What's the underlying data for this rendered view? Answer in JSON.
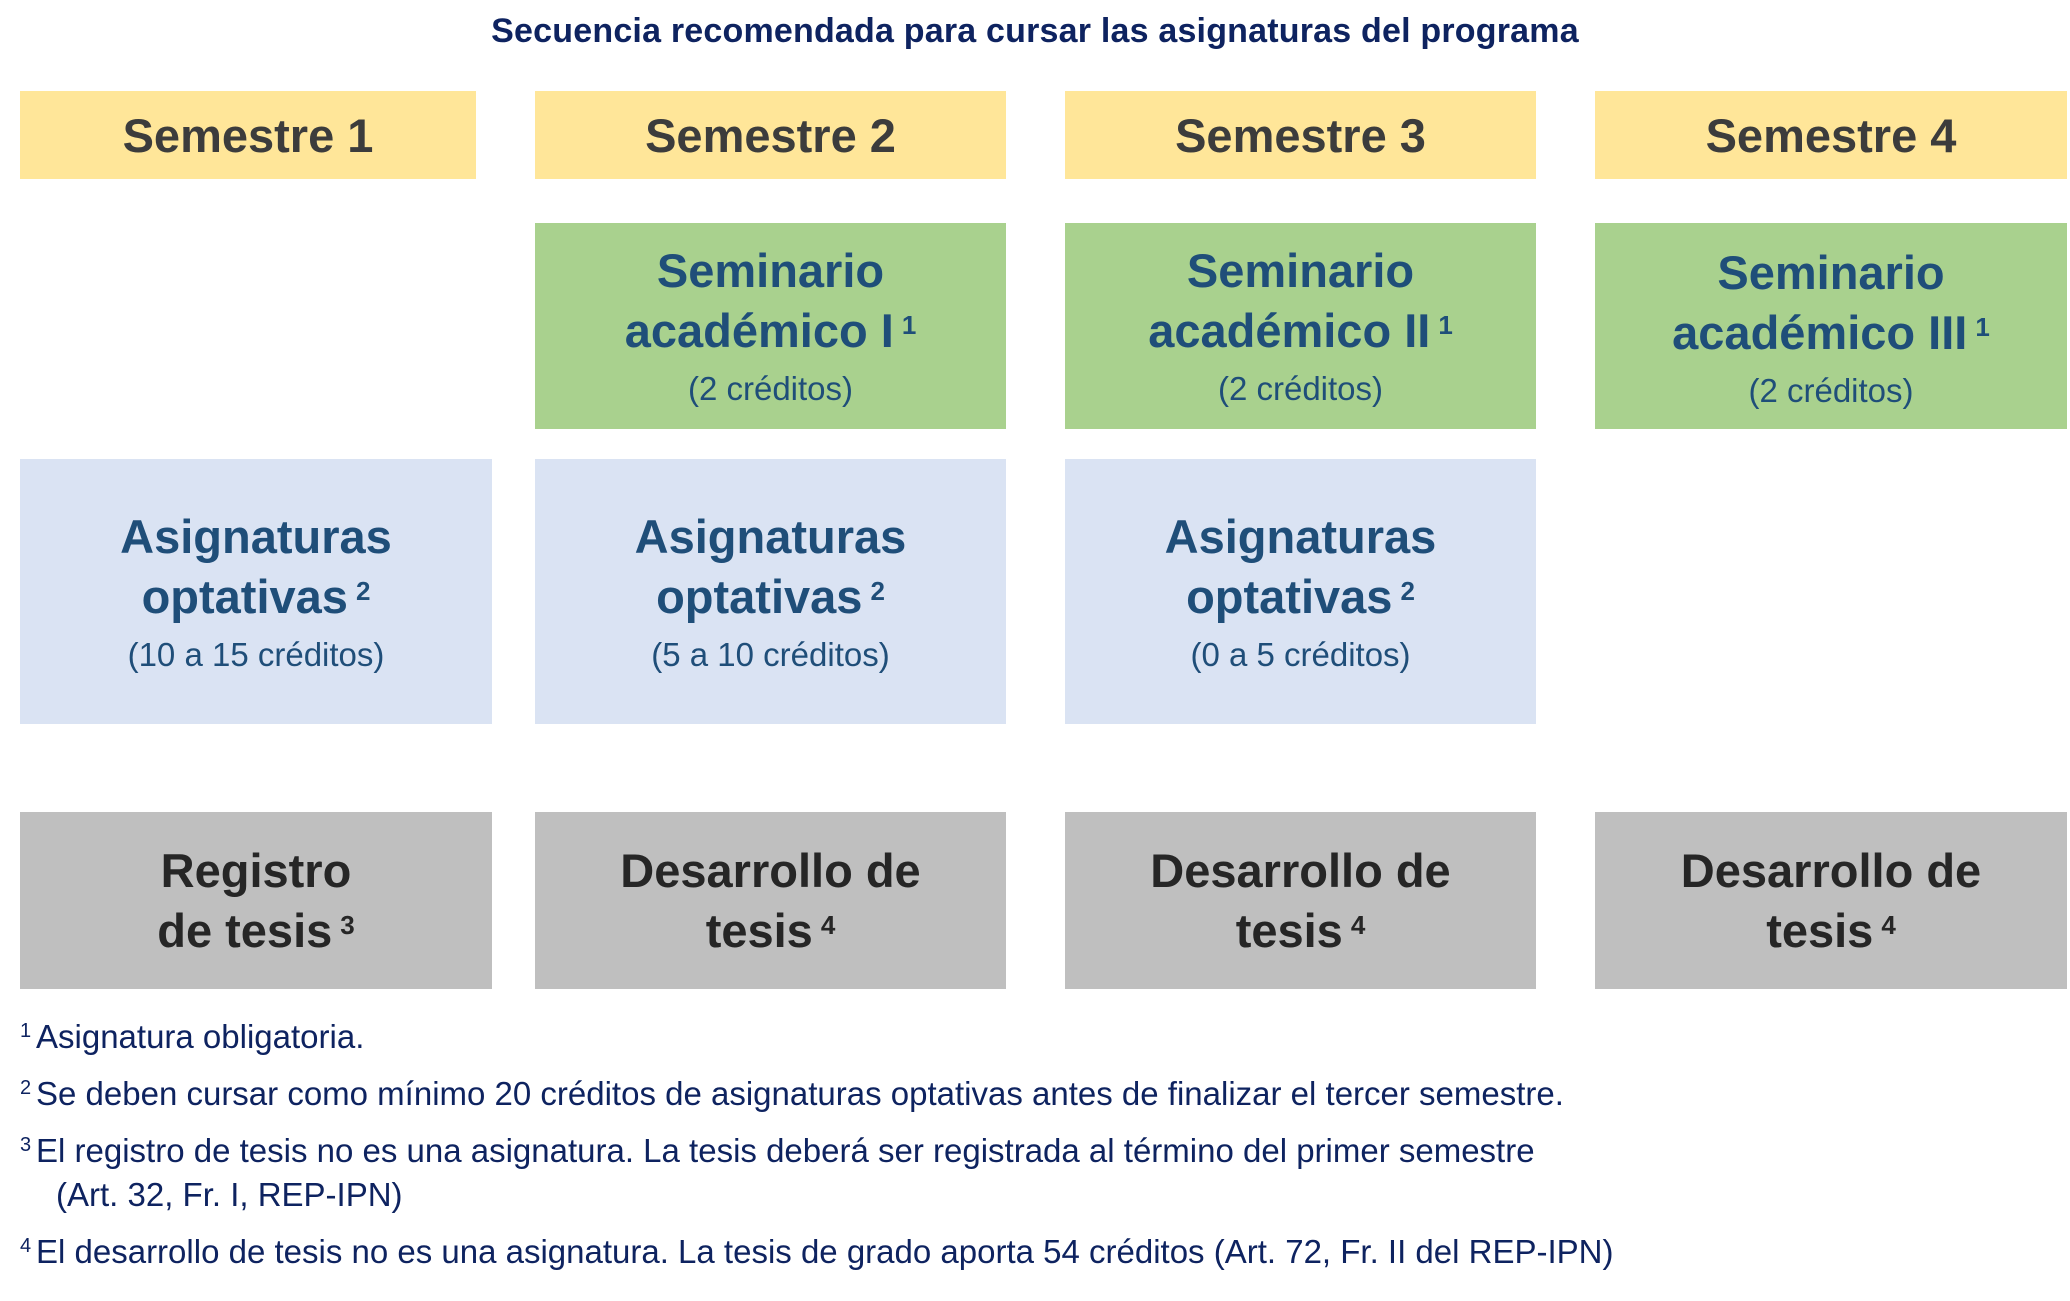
{
  "title": "Secuencia recomendada para cursar las asignaturas del programa",
  "colors": {
    "title_text": "#0e2360",
    "semester_header_bg": "#ffe699",
    "semester_header_text": "#3c3c3c",
    "seminar_bg": "#a9d18e",
    "elective_bg": "#dae3f3",
    "box_text": "#1f4e79",
    "thesis_bg": "#bfbfbf",
    "thesis_text": "#262626"
  },
  "semesters": [
    {
      "header": "Semestre 1",
      "seminar": null,
      "electives": {
        "line1": "Asignaturas",
        "line2": "optativas",
        "note": "2",
        "credits": "(10 a 15 créditos)"
      },
      "thesis": {
        "line1": "Registro",
        "line2": "de tesis",
        "note": "3"
      }
    },
    {
      "header": "Semestre 2",
      "seminar": {
        "line1": "Seminario",
        "line2": "académico I",
        "note": "1",
        "credits": "(2 créditos)"
      },
      "electives": {
        "line1": "Asignaturas",
        "line2": "optativas",
        "note": "2",
        "credits": "(5 a 10 créditos)"
      },
      "thesis": {
        "line1": "Desarrollo de",
        "line2": "tesis",
        "note": "4"
      }
    },
    {
      "header": "Semestre 3",
      "seminar": {
        "line1": "Seminario",
        "line2": "académico II",
        "note": "1",
        "credits": "(2 créditos)"
      },
      "electives": {
        "line1": "Asignaturas",
        "line2": "optativas",
        "note": "2",
        "credits": "(0 a 5 créditos)"
      },
      "thesis": {
        "line1": "Desarrollo de",
        "line2": "tesis",
        "note": "4"
      }
    },
    {
      "header": "Semestre 4",
      "seminar": {
        "line1": "Seminario",
        "line2": "académico III",
        "note": "1",
        "credits": "(2 créditos)"
      },
      "electives": null,
      "thesis": {
        "line1": "Desarrollo de",
        "line2": "tesis",
        "note": "4"
      }
    }
  ],
  "footnotes": [
    {
      "num": "1",
      "text": "Asignatura obligatoria.",
      "cont": ""
    },
    {
      "num": "2",
      "text": "Se deben cursar como mínimo 20 créditos de asignaturas optativas antes de finalizar el tercer semestre.",
      "cont": ""
    },
    {
      "num": "3",
      "text": "El registro de tesis no es una asignatura. La tesis deberá ser registrada al término del primer semestre",
      "cont": "(Art. 32, Fr. I, REP-IPN)"
    },
    {
      "num": "4",
      "text": "El desarrollo de tesis no es una asignatura. La tesis de grado aporta 54 créditos (Art. 72, Fr. II del REP-IPN)",
      "cont": ""
    }
  ]
}
